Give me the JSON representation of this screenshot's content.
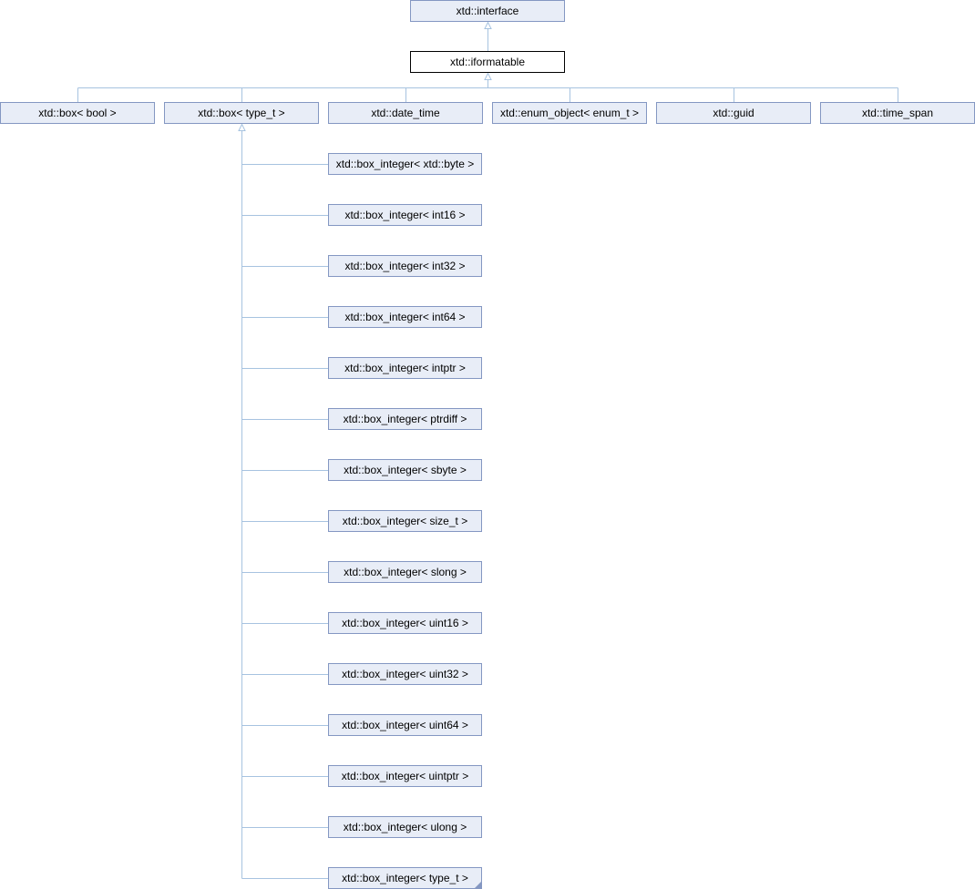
{
  "colors": {
    "edge": "#a7c3e0",
    "node_fill": "#e8edf7",
    "node_border": "#8497c2",
    "current_fill": "#ffffff",
    "current_border": "#000000"
  },
  "nodes": {
    "interface": "xtd::interface",
    "iformatable": "xtd::iformatable",
    "box_bool": "xtd::box< bool >",
    "box_type": "xtd::box< type_t >",
    "date_time": "xtd::date_time",
    "enum_object": "xtd::enum_object< enum_t >",
    "guid": "xtd::guid",
    "time_span": "xtd::time_span",
    "box_integer": [
      "xtd::box_integer< xtd::byte >",
      "xtd::box_integer< int16 >",
      "xtd::box_integer< int32 >",
      "xtd::box_integer< int64 >",
      "xtd::box_integer< intptr >",
      "xtd::box_integer< ptrdiff >",
      "xtd::box_integer< sbyte >",
      "xtd::box_integer< size_t >",
      "xtd::box_integer< slong >",
      "xtd::box_integer< uint16 >",
      "xtd::box_integer< uint32 >",
      "xtd::box_integer< uint64 >",
      "xtd::box_integer< uintptr >",
      "xtd::box_integer< ulong >",
      "xtd::box_integer< type_t >"
    ]
  }
}
